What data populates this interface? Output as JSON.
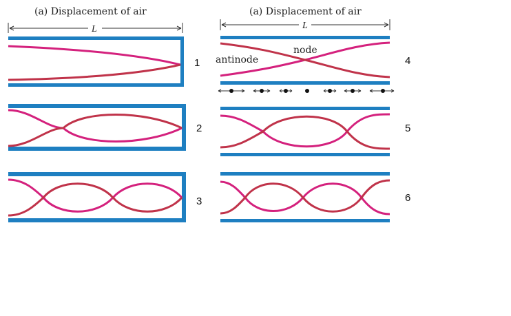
{
  "left_panel": {
    "heading": "(a)  Displacement of air",
    "length_label": "L",
    "tube_labels": [
      "1",
      "2",
      "3"
    ]
  },
  "right_panel": {
    "heading": "(a)  Displacement of air",
    "length_label": "L",
    "node_label": "node",
    "antinode_label": "antinode",
    "tube_labels": [
      "4",
      "5",
      "6"
    ]
  },
  "colors": {
    "tube": "#1e7fc1",
    "wave_primary": "#d4217d",
    "wave_secondary": "#c0334a"
  }
}
